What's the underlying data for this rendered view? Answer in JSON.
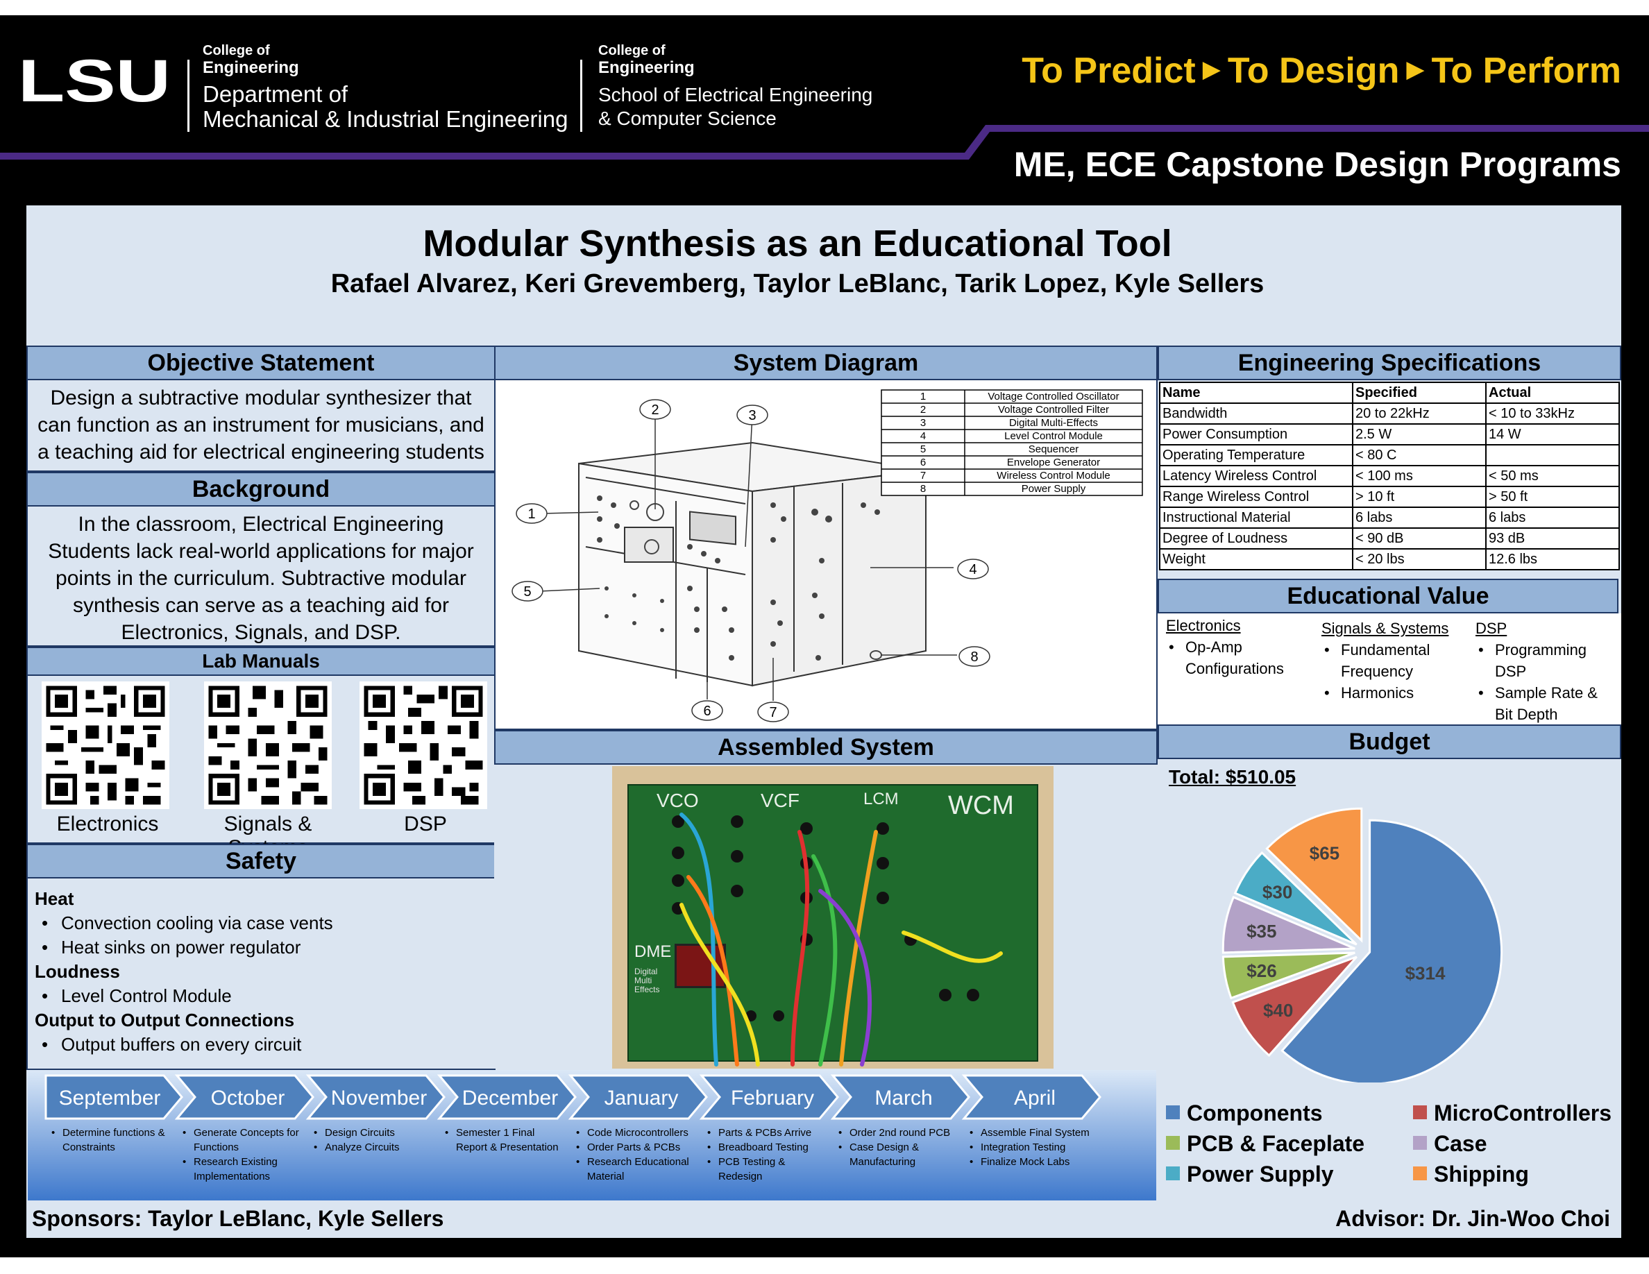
{
  "header": {
    "left_college": "College of",
    "left_engineering": "Engineering",
    "left_dept_line1": "Department of",
    "left_dept_line2": "Mechanical & Industrial Engineering",
    "right_college": "College of",
    "right_engineering": "Engineering",
    "right_school_line1": "School of Electrical Engineering",
    "right_school_line2": "& Computer Science",
    "tag1": "To Predict",
    "tag2": "To Design",
    "tag3": "To Perform",
    "program": "ME, ECE Capstone Design Programs",
    "logo_text": "LSU"
  },
  "title": "Modular Synthesis as an Educational Tool",
  "authors": "Rafael Alvarez, Keri Grevemberg, Taylor LeBlanc, Tarik Lopez, Kyle Sellers",
  "objective": {
    "heading": "Objective Statement",
    "text": "Design a subtractive modular synthesizer that can function as an instrument for musicians, and a teaching aid for electrical engineering students"
  },
  "background": {
    "heading": "Background",
    "text": "In the classroom, Electrical Engineering Students lack real-world applications for major points in the curriculum. Subtractive modular synthesis can serve as a teaching aid for Electronics, Signals, and DSP."
  },
  "lab_manuals": {
    "heading": "Lab Manuals",
    "items": [
      {
        "label": "Electronics"
      },
      {
        "label": "Signals & Systems"
      },
      {
        "label": "DSP"
      }
    ]
  },
  "safety": {
    "heading": "Safety",
    "groups": [
      {
        "title": "Heat",
        "items": [
          "Convection cooling via case vents",
          "Heat sinks on power regulator"
        ]
      },
      {
        "title": "Loudness",
        "items": [
          "Level Control Module"
        ]
      },
      {
        "title": "Output to Output Connections",
        "items": [
          "Output buffers on every circuit"
        ]
      }
    ]
  },
  "system_diagram": {
    "heading": "System Diagram",
    "legend": [
      {
        "num": "1",
        "name": "Voltage Controlled Oscillator"
      },
      {
        "num": "2",
        "name": "Voltage Controlled Filter"
      },
      {
        "num": "3",
        "name": "Digital Multi-Effects"
      },
      {
        "num": "4",
        "name": "Level Control Module"
      },
      {
        "num": "5",
        "name": "Sequencer"
      },
      {
        "num": "6",
        "name": "Envelope Generator"
      },
      {
        "num": "7",
        "name": "Wireless Control Module"
      },
      {
        "num": "8",
        "name": "Power Supply"
      }
    ]
  },
  "assembled": {
    "heading": "Assembled System",
    "labels": [
      "VCO",
      "VCF",
      "LCM",
      "WCM",
      "DME",
      "Digital Multi Effects"
    ]
  },
  "specs": {
    "heading": "Engineering Specifications",
    "columns": [
      "Name",
      "Specified",
      "Actual"
    ],
    "rows": [
      [
        "Bandwidth",
        "20 to 22kHz",
        "< 10 to 33kHz"
      ],
      [
        "Power Consumption",
        "2.5 W",
        "14 W"
      ],
      [
        "Operating Temperature",
        "< 80 C",
        ""
      ],
      [
        "Latency Wireless Control",
        "< 100 ms",
        "< 50 ms"
      ],
      [
        "Range Wireless Control",
        "> 10 ft",
        "> 50 ft"
      ],
      [
        "Instructional Material",
        "6 labs",
        "6 labs"
      ],
      [
        "Degree of Loudness",
        "< 90 dB",
        "93 dB"
      ],
      [
        "Weight",
        "< 20 lbs",
        "12.6 lbs"
      ]
    ]
  },
  "educational": {
    "heading": "Educational Value",
    "columns": [
      {
        "title": "Electronics",
        "items": [
          "Op-Amp Configurations"
        ]
      },
      {
        "title": "Signals & Systems",
        "items": [
          "Fundamental Frequency",
          "Harmonics"
        ]
      },
      {
        "title": "DSP",
        "items": [
          "Programming DSP",
          "Sample Rate & Bit Depth"
        ]
      }
    ]
  },
  "budget": {
    "heading": "Budget",
    "total": "Total: $510.05"
  },
  "chart_data": {
    "type": "pie",
    "title": "",
    "slices": [
      {
        "name": "Components",
        "value": 314,
        "label": "$314",
        "color": "#4f81bd"
      },
      {
        "name": "MicroControllers",
        "value": 40,
        "label": "$40",
        "color": "#c0504d"
      },
      {
        "name": "PCB & Faceplate",
        "value": 26,
        "label": "$26",
        "color": "#9bbb59"
      },
      {
        "name": "Case",
        "value": 35,
        "label": "$35",
        "color": "#b3a2c7"
      },
      {
        "name": "Power Supply",
        "value": 30,
        "label": "$30",
        "color": "#4bacc6"
      },
      {
        "name": "Shipping",
        "value": 65,
        "label": "$65",
        "color": "#f79646"
      }
    ],
    "legend_order": [
      "Components",
      "MicroControllers",
      "PCB & Faceplate",
      "Case",
      "Power Supply",
      "Shipping"
    ],
    "legend_position": "bottom"
  },
  "timeline": {
    "months": [
      {
        "label": "September",
        "notes": [
          "Determine functions & Constraints"
        ]
      },
      {
        "label": "October",
        "notes": [
          "Generate Concepts for Functions",
          "Research Existing Implementations"
        ]
      },
      {
        "label": "November",
        "notes": [
          "Design Circuits",
          "Analyze Circuits"
        ]
      },
      {
        "label": "December",
        "notes": [
          "Semester 1 Final Report & Presentation"
        ]
      },
      {
        "label": "January",
        "notes": [
          "Code Microcontrollers",
          "Order Parts & PCBs",
          "Research Educational Material"
        ]
      },
      {
        "label": "February",
        "notes": [
          "Parts & PCBs Arrive",
          "Breadboard Testing",
          "PCB Testing & Redesign"
        ]
      },
      {
        "label": "March",
        "notes": [
          "Order 2nd round PCB",
          "Case Design & Manufacturing"
        ]
      },
      {
        "label": "April",
        "notes": [
          "Assemble Final System",
          "Integration Testing",
          "Finalize Mock Labs"
        ]
      }
    ]
  },
  "footer": {
    "sponsors": "Sponsors: Taylor LeBlanc, Kyle Sellers",
    "advisor": "Advisor: Dr. Jin-Woo Choi"
  },
  "colors": {
    "header_bg": "#000000",
    "accent_gold": "#f5c518",
    "accent_purple": "#4b2a85",
    "section_header": "#95b3d7",
    "panel_bg": "#dbe5f1"
  }
}
